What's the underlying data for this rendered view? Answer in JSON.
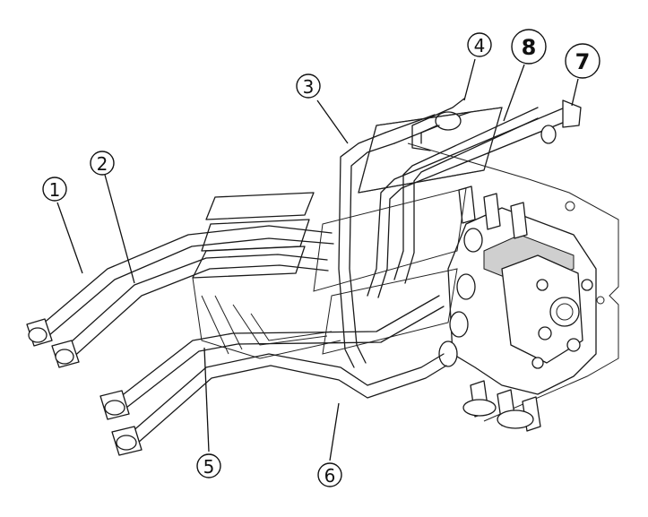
{
  "callouts": [
    {
      "id": "1",
      "label": "1"
    },
    {
      "id": "2",
      "label": "2"
    },
    {
      "id": "3",
      "label": "3"
    },
    {
      "id": "4",
      "label": "4"
    },
    {
      "id": "5",
      "label": "5"
    },
    {
      "id": "6",
      "label": "6"
    },
    {
      "id": "7",
      "label": "7"
    },
    {
      "id": "8",
      "label": "8"
    }
  ],
  "colors": {
    "line": "#1a1a1a",
    "shade": "#cfcfcf",
    "background": "#ffffff"
  }
}
